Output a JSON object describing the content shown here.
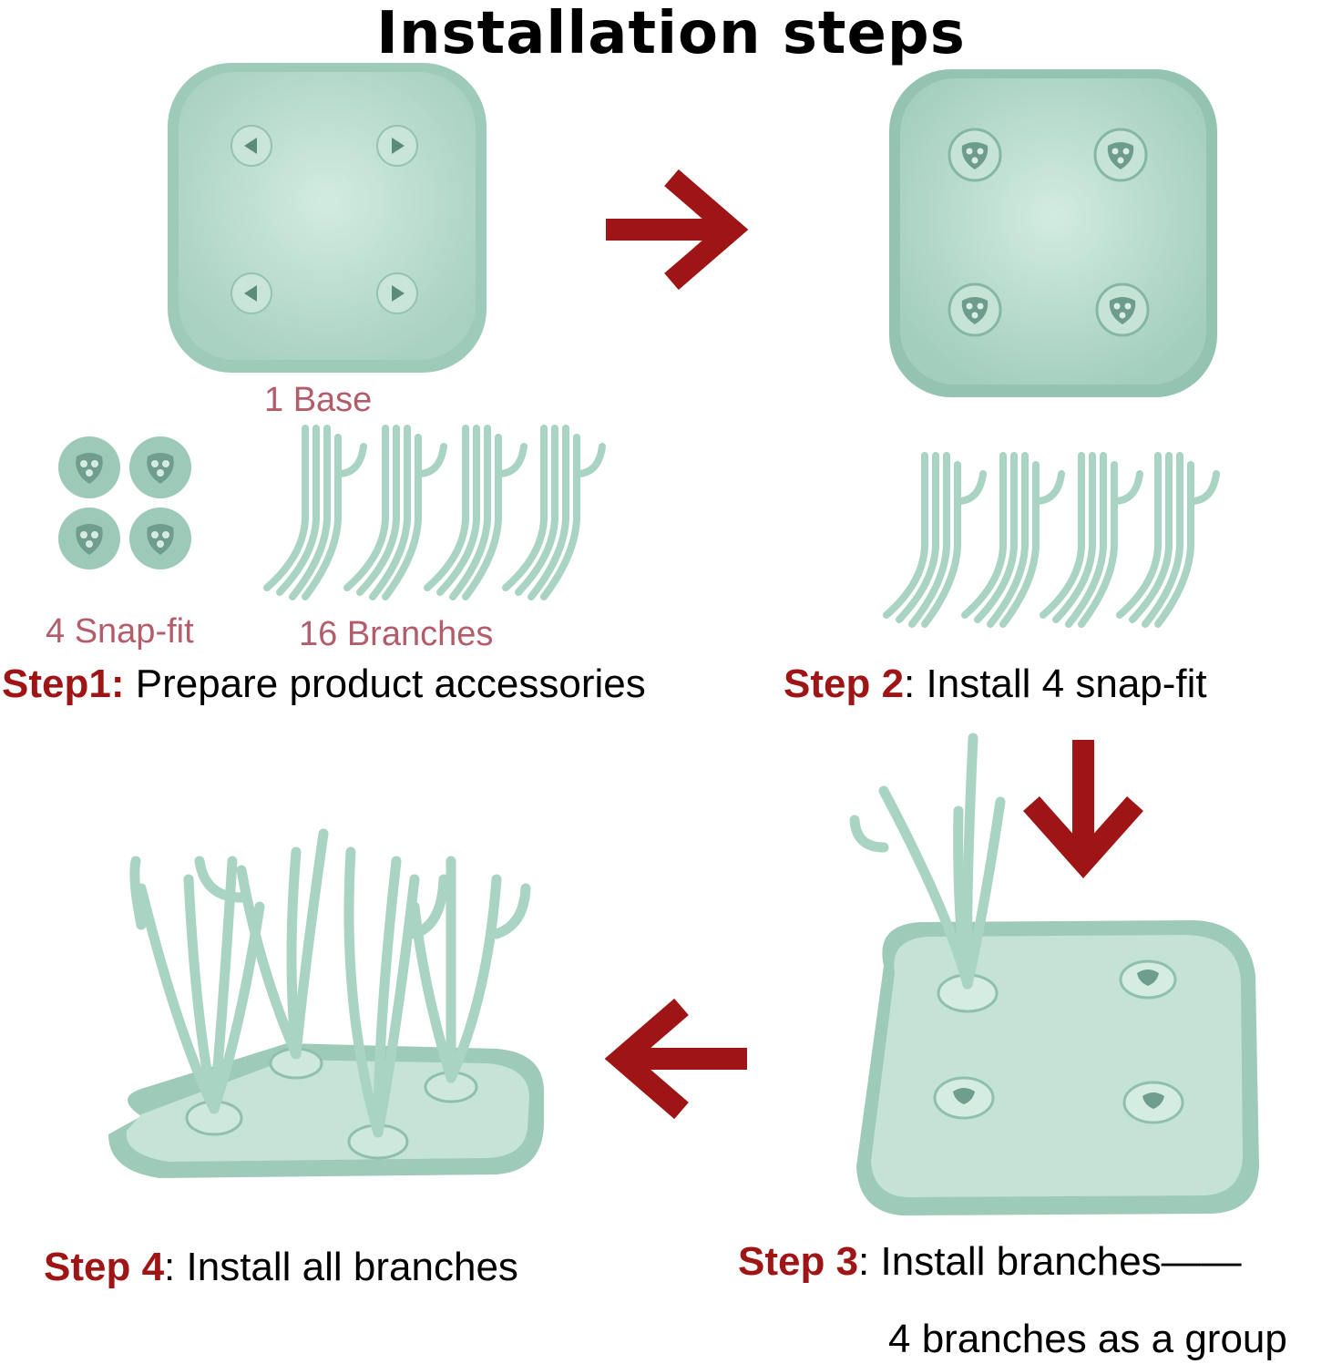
{
  "title": "Installation steps",
  "colors": {
    "accent_red": "#9f1414",
    "label_pink": "#b35d6b",
    "product_mint": "#b8dccd",
    "product_mint_dark": "#8fbfae"
  },
  "step1": {
    "label_base": "1 Base",
    "label_snapfit": "4 Snap-fit",
    "label_branches": "16 Branches",
    "step_prefix": "Step1",
    "step_sep": ": ",
    "step_text": "Prepare product accessories"
  },
  "step2": {
    "step_prefix": "Step 2",
    "step_sep": ": ",
    "step_text": "Install 4 snap-fit"
  },
  "step3": {
    "step_prefix": "Step 3",
    "step_sep": ": ",
    "step_text": "Install branches——",
    "note": "4 branches as a group"
  },
  "step4": {
    "step_prefix": "Step 4",
    "step_sep": ": ",
    "step_text": "Install all branches"
  },
  "icons": [
    "arrow-right-icon",
    "arrow-down-icon",
    "arrow-left-icon"
  ]
}
